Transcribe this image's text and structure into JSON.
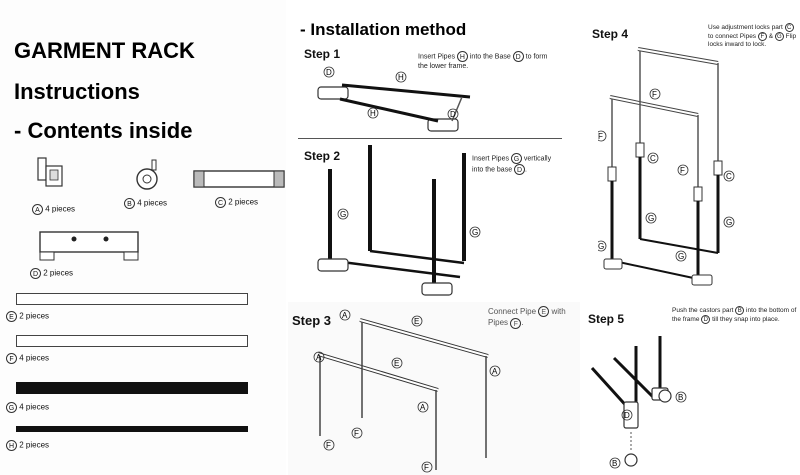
{
  "left": {
    "title": "GARMENT RACK",
    "subtitle": "Instructions",
    "contents": "- Contents inside",
    "parts": [
      {
        "letter": "A",
        "count": "4 pieces"
      },
      {
        "letter": "B",
        "count": "4 pieces"
      },
      {
        "letter": "C",
        "count": "2 pieces"
      },
      {
        "letter": "D",
        "count": "2 pieces"
      },
      {
        "letter": "E",
        "count": "2 pieces"
      },
      {
        "letter": "F",
        "count": "4 pieces"
      },
      {
        "letter": "G",
        "count": "4 pieces"
      },
      {
        "letter": "H",
        "count": "2 pieces"
      }
    ]
  },
  "install": {
    "heading": "- Installation method",
    "step1": {
      "title": "Step 1",
      "t1": "Insert Pipes",
      "c1": "H",
      "t2": "into the Base",
      "c2": "D",
      "t3": "to form",
      "t4": "the lower frame."
    },
    "step2": {
      "title": "Step 2",
      "t1": "Insert Pipes",
      "c1": "G",
      "t2": "vertically",
      "t3": "into the base",
      "c2": "D",
      "t4": "."
    },
    "step3": {
      "title": "Step 3",
      "t1": "Connect Pipe",
      "c1": "E",
      "t2": "with",
      "t3": "Pipes",
      "c2": "F",
      "t4": "."
    },
    "step4": {
      "title": "Step 4",
      "t1": "Use adjustment locks part",
      "c1": "C",
      "t2": "to connect Pipes",
      "c2": "F",
      "t3": "&",
      "c3": "G",
      "t4": "Flip locks inward to lock."
    },
    "step5": {
      "title": "Step 5",
      "t1": "Push the castors part",
      "c1": "B",
      "t2": "into the bottom",
      "t3": "of the frame",
      "c2": "D",
      "t4": "till they snap into place."
    }
  }
}
